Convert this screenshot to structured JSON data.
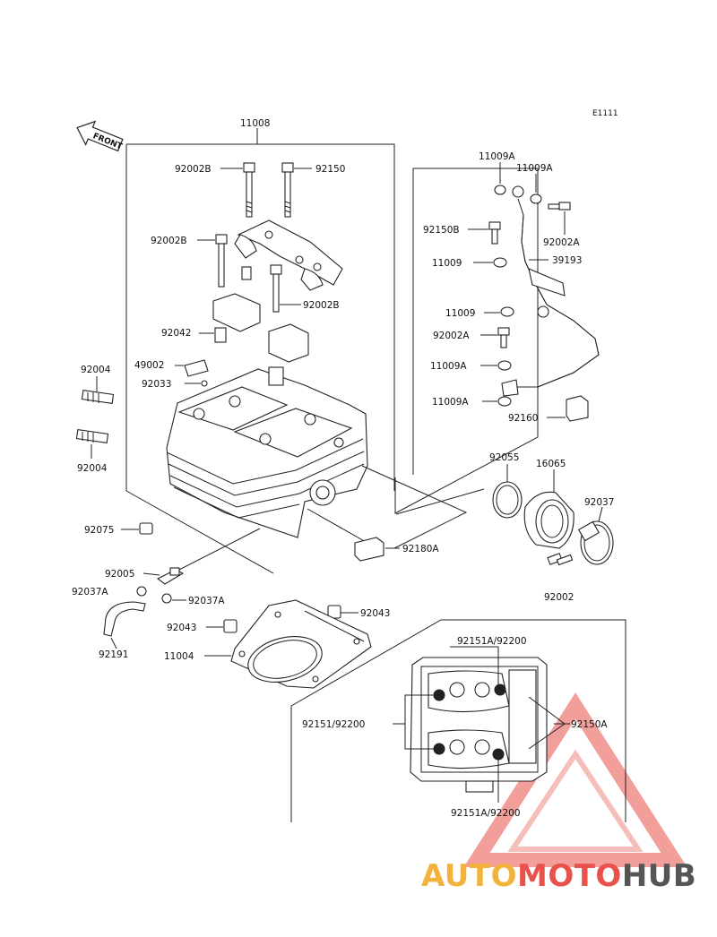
{
  "diagram_code": "E1111",
  "front_label": "FRONT",
  "labels": {
    "l11008": "11008",
    "l92002B_a": "92002B",
    "l92150": "92150",
    "l92002B_b": "92002B",
    "l92002B_c": "92002B",
    "l92042": "92042",
    "l49002": "49002",
    "l92033": "92033",
    "l92004_a": "92004",
    "l92004_b": "92004",
    "l92075": "92075",
    "l92005": "92005",
    "l92037A_a": "92037A",
    "l92037A_b": "92037A",
    "l92191": "92191",
    "l92043_a": "92043",
    "l92043_b": "92043",
    "l11004": "11004",
    "l92180A": "92180A",
    "l11009A_a": "11009A",
    "l11009A_b": "11009A",
    "l92150B": "92150B",
    "l92002A_a": "92002A",
    "l11009_a": "11009",
    "l39193": "39193",
    "l11009_b": "11009",
    "l92002A_b": "92002A",
    "l11009A_c": "11009A",
    "l11009A_d": "11009A",
    "l92160": "92160",
    "l92055": "92055",
    "l16065": "16065",
    "l92037": "92037",
    "l92002": "92002",
    "l92151A_a": "92151A/92200",
    "l92151": "92151/92200",
    "l92150A": "92150A",
    "l92151A_b": "92151A/92200"
  },
  "watermark": {
    "part1": "AUTO",
    "part2": "MOTO",
    "part3": "HUB",
    "colors": [
      "#f2b33d",
      "#e8524a",
      "#555555"
    ]
  }
}
